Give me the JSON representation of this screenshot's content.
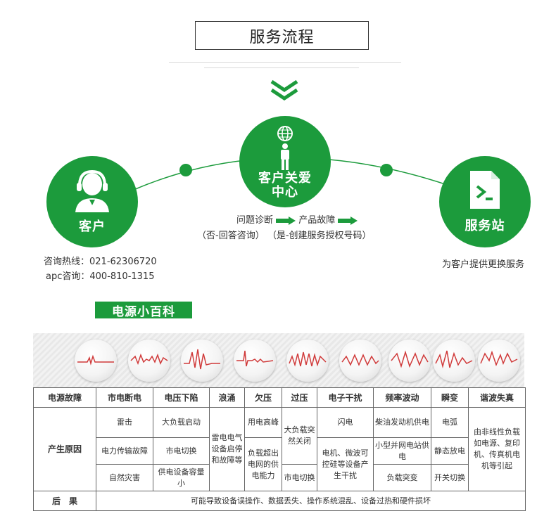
{
  "title": "服务流程",
  "center": {
    "label_line1": "客户关爱",
    "label_line2": "中心",
    "step1": "问题诊断",
    "step2": "产品故障",
    "note1": "（否-回答咨询）",
    "note2": "（是-创建服务授权号码）"
  },
  "customer": {
    "label": "客户",
    "hotline_label": "咨询热线：",
    "hotline": "021-62306720",
    "apc_label": "apc咨询：",
    "apc": "400-810-1315"
  },
  "station": {
    "label": "服务站",
    "desc": "为客户提供更换服务"
  },
  "kb_title": "电源小百科",
  "table": {
    "row_header_fault": "电源故障",
    "row_header_cause": "产生原因",
    "row_header_result": "后　果",
    "columns": [
      "市电断电",
      "电压下陷",
      "浪涌",
      "欠压",
      "过压",
      "电子干扰",
      "频率波动",
      "瞬变",
      "谐波失真"
    ],
    "col0": [
      "雷击",
      "电力传输故障",
      "自然灾害"
    ],
    "col1": [
      "大负载启动",
      "市电切换",
      "供电设备容量小"
    ],
    "col2": "雷电电气设备启停和故障等",
    "col3": [
      "用电高峰",
      "负载超出电网的供电能力"
    ],
    "col4": [
      "大负载突然关闭",
      "市电切换"
    ],
    "col5": [
      "闪电",
      "电机、微波可控硅等设备产生干扰"
    ],
    "col6": [
      "柴油发动机供电",
      "小型并网电站供电",
      "负载突变"
    ],
    "col7": [
      "电弧",
      "静态放电",
      "开关切换"
    ],
    "col8": "由非线性负载如电源、复印机、传真机电机等引起",
    "result": "可能导致设备误操作、数据丢失、操作系统混乱、设备过热和硬件损坏"
  },
  "colors": {
    "brand_green": "#1c9b3c"
  },
  "icons": [
    "double-chevron-down-icon",
    "headset-person-icon",
    "globe-person-icon",
    "terminal-document-icon"
  ]
}
